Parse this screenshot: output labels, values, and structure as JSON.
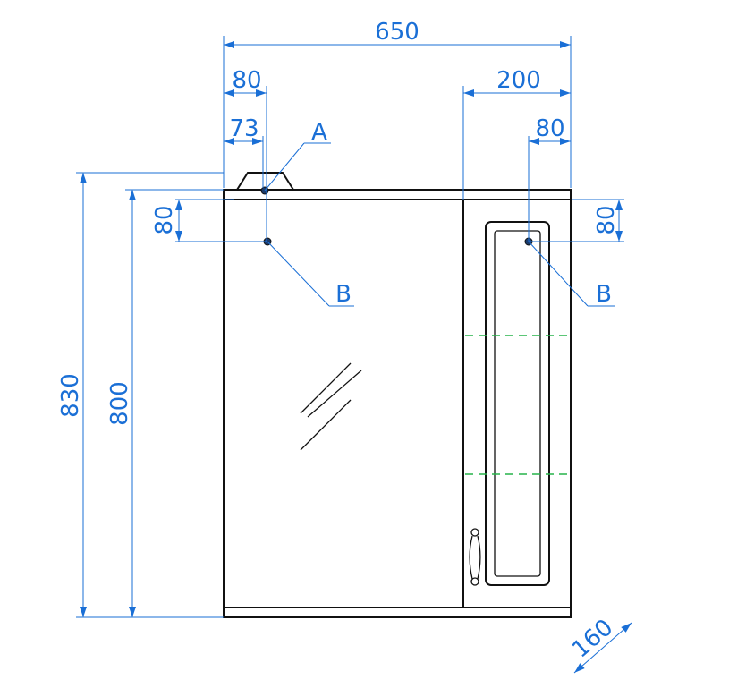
{
  "colors": {
    "dimension": "#1a6fd6",
    "outline": "#111111",
    "shelf": "#27b34a",
    "background": "#ffffff"
  },
  "dimensions": {
    "overall_width": "650",
    "mount_offset_left": "80",
    "lamp_offset": "73",
    "right_section_width": "200",
    "mount_offset_right": "80",
    "overall_height": "830",
    "body_height": "800",
    "mount_height_left": "80",
    "mount_height_right": "80",
    "depth": "160"
  },
  "callouts": {
    "point_a": "A",
    "point_b_left": "B",
    "point_b_right": "B"
  }
}
